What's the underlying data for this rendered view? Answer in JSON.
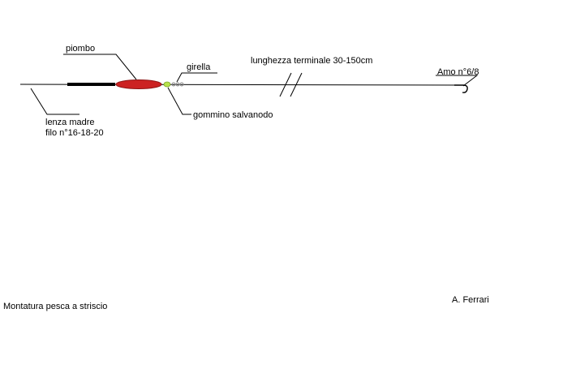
{
  "labels": {
    "piombo": "piombo",
    "girella": "girella",
    "lunghezza_terminale": "lunghezza terminale 30-150cm",
    "amo": "Amo n°6/8",
    "lenza_madre_line1": "lenza madre",
    "lenza_madre_line2": "filo n°16-18-20",
    "gommino": "gommino salvanodo",
    "caption": "Montatura pesca a striscio",
    "author": "A. Ferrari"
  },
  "colors": {
    "line": "#000000",
    "lead_weight": "#cc2222",
    "lead_weight_dark": "#8e1414",
    "rubber_bead": "#b7e24a",
    "swivel": "#8a8a8a",
    "background": "#ffffff"
  }
}
